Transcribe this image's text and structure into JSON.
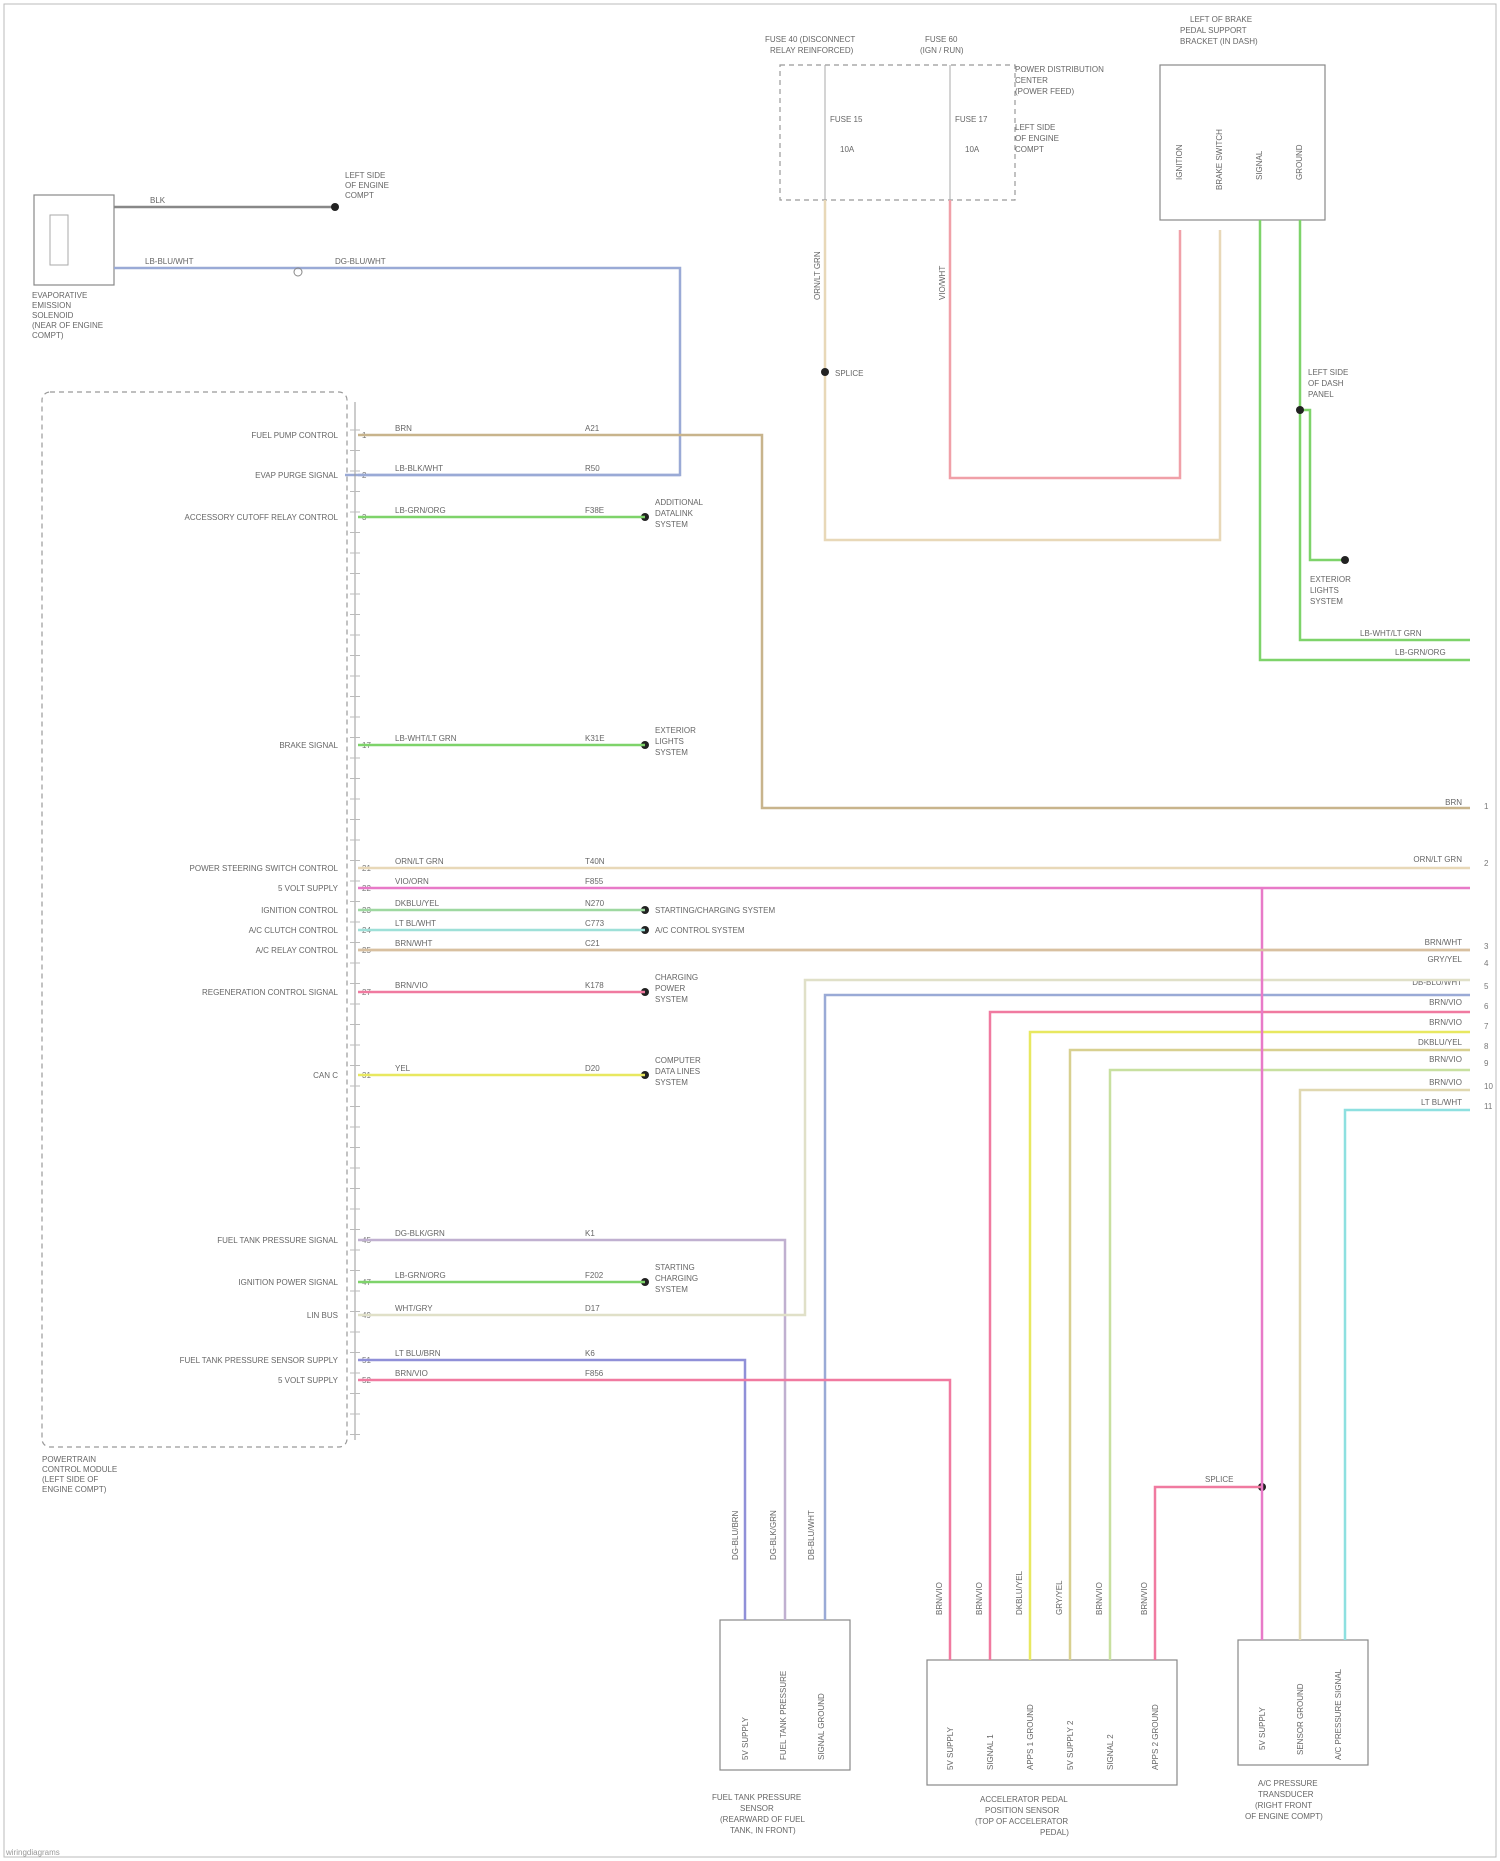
{
  "ecm": {
    "name_lines": [
      "POWERTRAIN",
      "CONTROL MODULE",
      "(LEFT SIDE OF",
      "ENGINE COMPT)"
    ],
    "pins": [
      {
        "n": "1",
        "label": "FUEL PUMP CONTROL",
        "color": "BRN",
        "circuit": "A21",
        "wire_color": "#c8b48c",
        "target": "right_far"
      },
      {
        "n": "2",
        "label": "EVAP PURGE SIGNAL",
        "color": "LB-BLK/WHT",
        "circuit": "R50",
        "wire_color": "#9aaad6",
        "target": "up_left"
      },
      {
        "n": "3",
        "label": "ACCESSORY CUTOFF RELAY CONTROL",
        "color": "LB-GRN/ORG",
        "circuit": "F38E",
        "wire_color": "#7ed36a",
        "target": "to_body",
        "dest": [
          "ADDITIONAL",
          "DATALINK",
          "SYSTEM"
        ]
      },
      {
        "n": "17",
        "label": "BRAKE SIGNAL",
        "color": "LB-WHT/LT GRN",
        "circuit": "K31E",
        "wire_color": "#7ed36a",
        "target": "to_body",
        "dest": [
          "EXTERIOR",
          "LIGHTS",
          "SYSTEM"
        ]
      },
      {
        "n": "21",
        "label": "POWER STEERING SWITCH CONTROL",
        "color": "ORN/LT GRN",
        "circuit": "T40N",
        "wire_color": "#e8d8b8",
        "target": "right"
      },
      {
        "n": "22",
        "label": "5 VOLT SUPPLY",
        "color": "VIO/ORN",
        "circuit": "F855",
        "wire_color": "#e87ac8",
        "target": "right"
      },
      {
        "n": "23",
        "label": "IGNITION CONTROL",
        "color": "DKBLU/YEL",
        "circuit": "N270",
        "wire_color": "#9ed8a0",
        "target": "dot",
        "dest": [
          "STARTING/CHARGING SYSTEM"
        ]
      },
      {
        "n": "24",
        "label": "A/C CLUTCH CONTROL",
        "color": "LT BL/WHT",
        "circuit": "C773",
        "wire_color": "#9ee0d8",
        "target": "dot",
        "dest": [
          "A/C CONTROL SYSTEM"
        ]
      },
      {
        "n": "25",
        "label": "A/C RELAY CONTROL",
        "color": "BRN/WHT",
        "circuit": "C21",
        "wire_color": "#d8c0a0",
        "target": "right"
      },
      {
        "n": "27",
        "label": "REGENERATION CONTROL SIGNAL",
        "color": "BRN/VIO",
        "circuit": "K178",
        "wire_color": "#f07aa0",
        "target": "to_body",
        "dest": [
          "CHARGING",
          "POWER",
          "SYSTEM"
        ]
      },
      {
        "n": "31",
        "label": "CAN C",
        "color": "YEL",
        "circuit": "D20",
        "wire_color": "#e8e860",
        "target": "to_body",
        "dest": [
          "COMPUTER",
          "DATA LINES",
          "SYSTEM"
        ]
      },
      {
        "n": "45",
        "label": "FUEL TANK PRESSURE SIGNAL",
        "color": "DG-BLK/GRN",
        "circuit": "K1",
        "wire_color": "#c0b0d0",
        "target": "down"
      },
      {
        "n": "47",
        "label": "IGNITION POWER SIGNAL",
        "color": "LB-GRN/ORG",
        "circuit": "F202",
        "wire_color": "#7ed36a",
        "target": "to_body",
        "dest": [
          "STARTING",
          "CHARGING",
          "SYSTEM"
        ]
      },
      {
        "n": "49",
        "label": "LIN BUS",
        "color": "WHT/GRY",
        "circuit": "D17",
        "wire_color": "#e0e0c8",
        "target": "down"
      },
      {
        "n": "51",
        "label": "FUEL TANK PRESSURE SENSOR SUPPLY",
        "color": "LT BLU/BRN",
        "circuit": "K6",
        "wire_color": "#9090d8",
        "target": "down"
      },
      {
        "n": "52",
        "label": "5 VOLT SUPPLY",
        "color": "BRN/VIO",
        "circuit": "F856",
        "wire_color": "#f07aa0",
        "target": "down"
      }
    ]
  },
  "purge_solenoid": {
    "name_lines": [
      "EVAPORATIVE",
      "EMISSION",
      "SOLENOID",
      "(NEAR OF ENGINE",
      "COMPT)"
    ],
    "wire1_color": "BLK",
    "wire2_color": "LB-BLU/WHT",
    "wire2b_color": "DG-BLU/WHT",
    "ground_label": [
      "LEFT SIDE",
      "OF ENGINE",
      "COMPT"
    ]
  },
  "fuse_block": {
    "left_label": [
      "FUSE 40 (DISCONNECT",
      "RELAY REINFORCED)"
    ],
    "right_label": [
      "FUSE 60",
      "(IGN / RUN)"
    ],
    "fuse_a": "FUSE 15",
    "fuse_b": "FUSE 17",
    "fuse_a_amp": "10A",
    "fuse_b_amp": "10A",
    "pdc_label": [
      "POWER DISTRIBUTION",
      "CENTER",
      "(POWER FEED)",
      "LEFT SIDE",
      "OF ENGINE",
      "COMPT"
    ],
    "wire_a_color": "ORN/LT GRN",
    "wire_b_color": "VIO/WHT",
    "splice_label": "SPLICE"
  },
  "brake_switch": {
    "name_lines": [
      "LEFT OF BRAKE",
      "PEDAL SUPPORT",
      "BRACKET (IN DASH)"
    ],
    "pin_labels": [
      "IGNITION",
      "BRAKE SWITCH",
      "SIGNAL",
      "GROUND"
    ],
    "ground_label": [
      "LEFT SIDE",
      "OF DASH",
      "PANEL"
    ],
    "dest": [
      "EXTERIOR",
      "LIGHTS",
      "SYSTEM"
    ],
    "right_wires": [
      "LB-WHT/LT GRN",
      "LB-GRN/ORG"
    ]
  },
  "right_edge_labels": [
    "BRN",
    "ORN/LT GRN",
    "BRN/WHT",
    "GRY/YEL",
    "DB-BLU/WHT",
    "BRN/VIO",
    "BRN/VIO",
    "DKBLU/YEL",
    "BRN/VIO",
    "BRN/VIO",
    "LT BL/WHT"
  ],
  "fuel_tank_sensor": {
    "name_lines": [
      "FUEL TANK PRESSURE",
      "SENSOR",
      "(REARWARD OF FUEL",
      "TANK, IN FRONT)"
    ],
    "pins": [
      "5V SUPPLY",
      "FUEL TANK PRESSURE",
      "SIGNAL GROUND"
    ],
    "wire_colors": [
      "DG-BLU/BRN",
      "DG-BLK/GRN",
      "DB-BLU/WHT"
    ]
  },
  "accel_pedal": {
    "name_lines": [
      "ACCELERATOR PEDAL",
      "POSITION SENSOR",
      "(TOP OF ACCELERATOR",
      "PEDAL)"
    ],
    "pins": [
      "5V SUPPLY",
      "SIGNAL 1",
      "APPS 1 GROUND",
      "5V SUPPLY 2",
      "SIGNAL 2",
      "APPS 2 GROUND"
    ],
    "wire_colors": [
      "BRN/VIO",
      "BRN/VIO",
      "DKBLU/YEL",
      "GRY/YEL",
      "BRN/VIO",
      "BRN/VIO"
    ]
  },
  "ac_transducer": {
    "name_lines": [
      "A/C PRESSURE",
      "TRANSDUCER",
      "(RIGHT FRONT",
      "OF ENGINE COMPT)"
    ],
    "pins": [
      "5V SUPPLY",
      "SENSOR GROUND",
      "A/C PRESSURE SIGNAL"
    ],
    "splice_label": "SPLICE"
  },
  "footer": "wiringdiagrams"
}
